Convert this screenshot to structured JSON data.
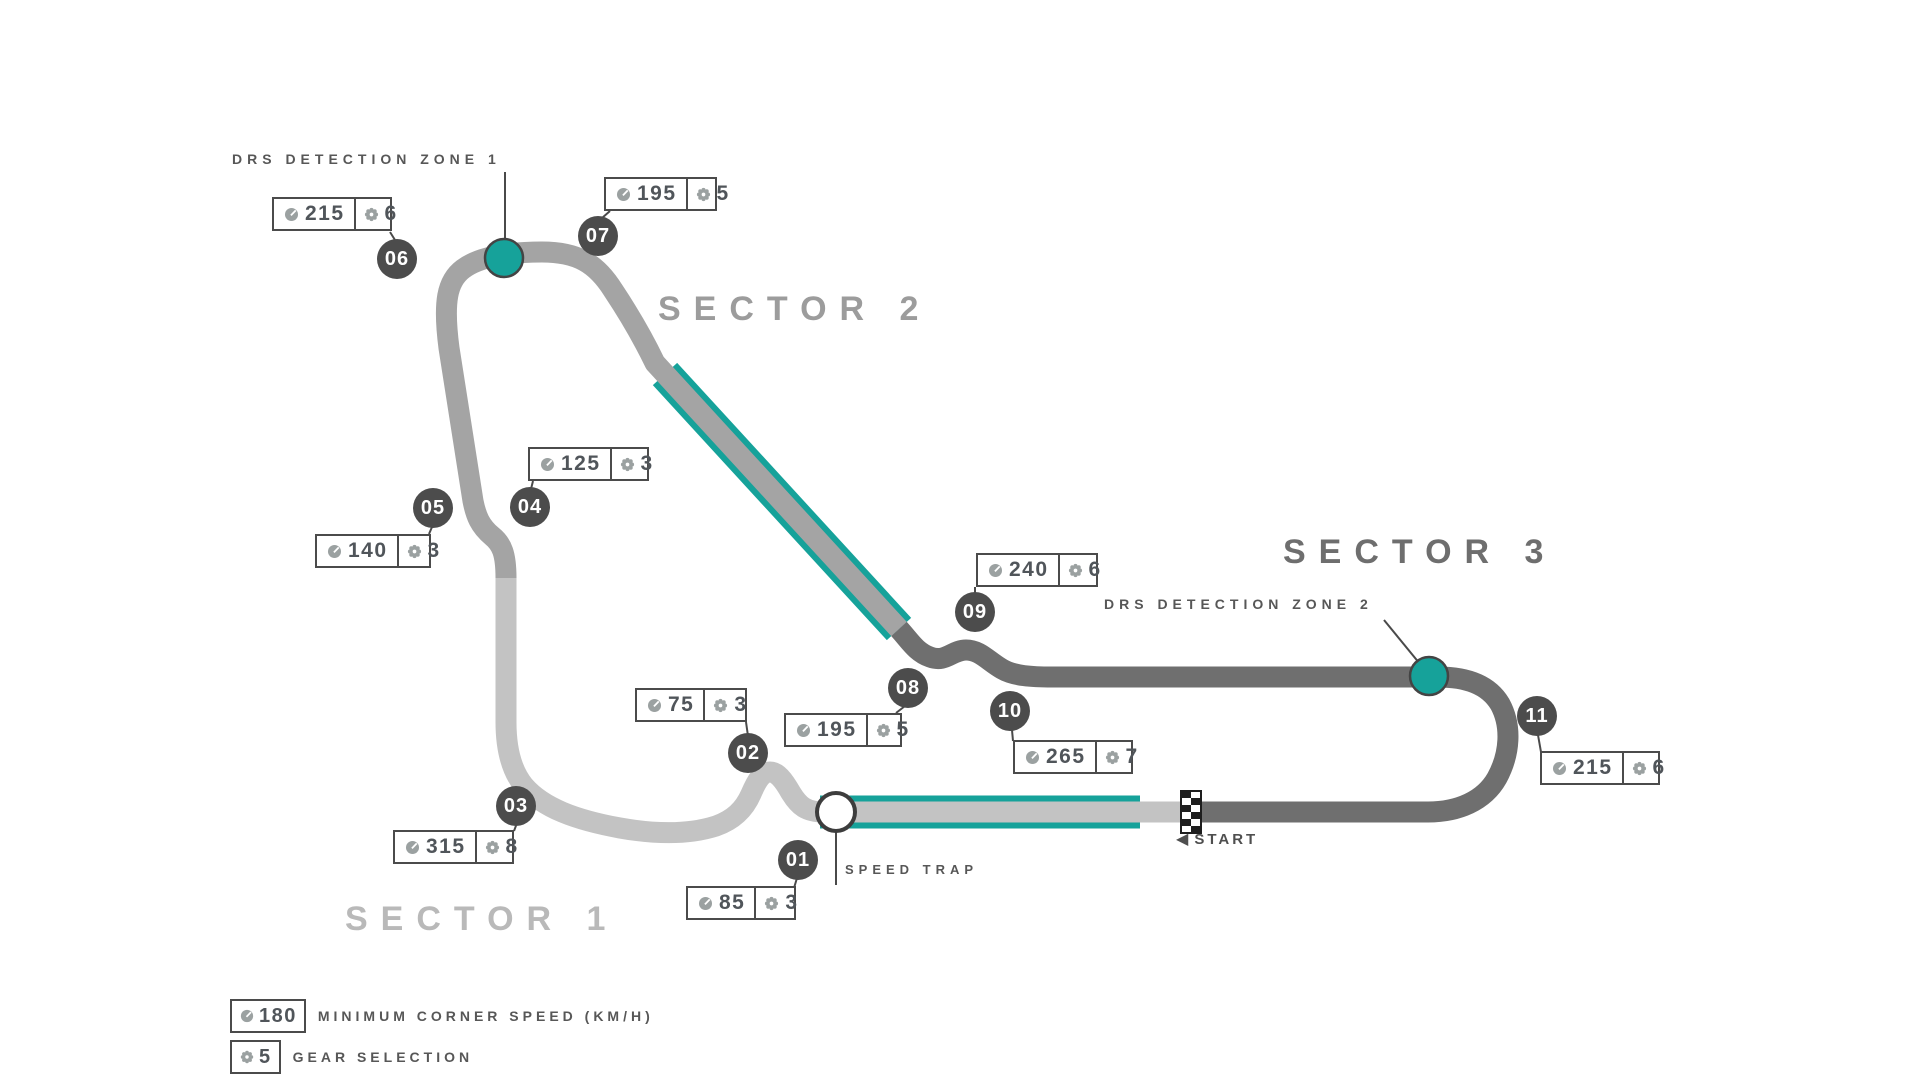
{
  "colors": {
    "sector1_track": "#c3c3c3",
    "sector2_track": "#a4a4a4",
    "sector3_track": "#6f6f6f",
    "drs_teal": "#16a29a",
    "corner_circle": "#4c4c4c",
    "label_text": "#50555a"
  },
  "sectors": [
    {
      "label": "SECTOR 1",
      "color": "#b9b9b9"
    },
    {
      "label": "SECTOR 2",
      "color": "#9c9c9c"
    },
    {
      "label": "SECTOR 3",
      "color": "#6e6e6e"
    }
  ],
  "corners": [
    {
      "number": "01",
      "speed": "85",
      "gear": "3"
    },
    {
      "number": "02",
      "speed": "75",
      "gear": "3"
    },
    {
      "number": "03",
      "speed": "315",
      "gear": "8"
    },
    {
      "number": "04",
      "speed": "125",
      "gear": "3"
    },
    {
      "number": "05",
      "speed": "140",
      "gear": "3"
    },
    {
      "number": "06",
      "speed": "215",
      "gear": "6"
    },
    {
      "number": "07",
      "speed": "195",
      "gear": "5"
    },
    {
      "number": "08",
      "speed": "195",
      "gear": "5"
    },
    {
      "number": "09",
      "speed": "240",
      "gear": "6"
    },
    {
      "number": "10",
      "speed": "265",
      "gear": "7"
    },
    {
      "number": "11",
      "speed": "215",
      "gear": "6"
    }
  ],
  "drs_zones": [
    {
      "label": "DRS DETECTION ZONE 1"
    },
    {
      "label": "DRS DETECTION ZONE 2"
    }
  ],
  "speed_trap": {
    "label": "SPEED TRAP"
  },
  "start": {
    "label": "START"
  },
  "legend": {
    "speed_value": "180",
    "speed_label": "MINIMUM CORNER SPEED (KM/H)",
    "gear_value": "5",
    "gear_label": "GEAR SELECTION"
  }
}
